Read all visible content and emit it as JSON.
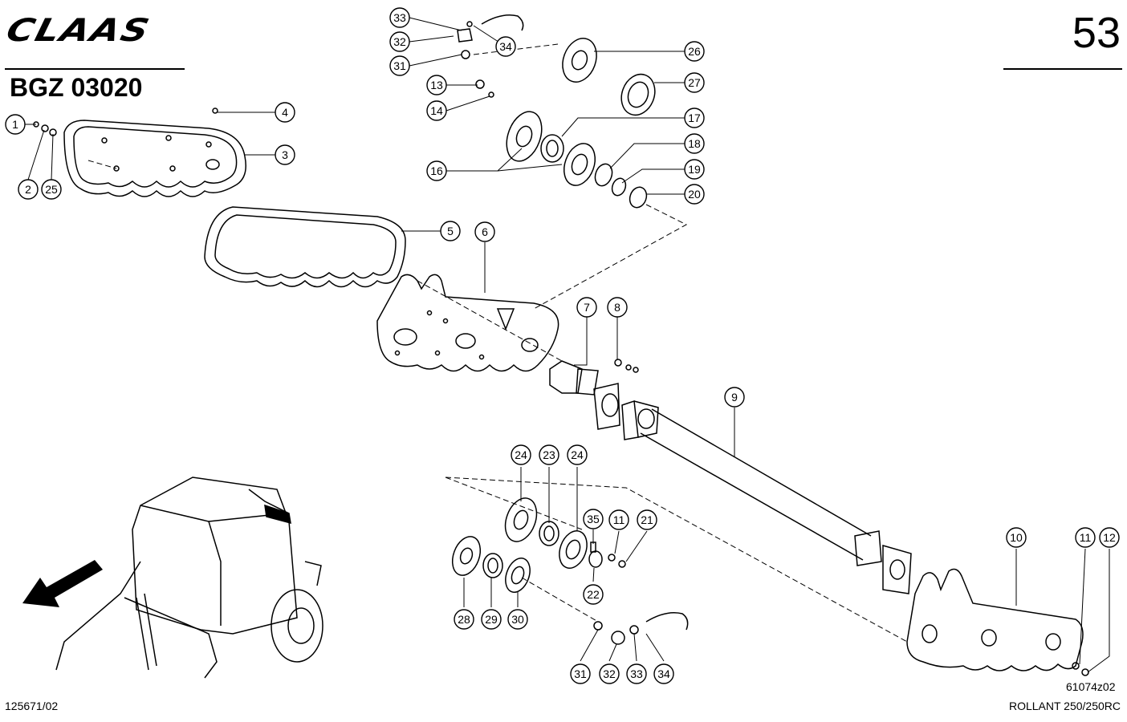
{
  "header": {
    "brand": "CLAAS",
    "page_number": "53",
    "doc_code": "BGZ 03020"
  },
  "footer": {
    "left_ref": "125671/02",
    "right_ref": "ROLLANT 250/250RC",
    "figure_id": "61074z02"
  },
  "callouts": [
    {
      "id": "c33a",
      "label": "33"
    },
    {
      "id": "c32a",
      "label": "32"
    },
    {
      "id": "c34a",
      "label": "34"
    },
    {
      "id": "c31a",
      "label": "31"
    },
    {
      "id": "c26",
      "label": "26"
    },
    {
      "id": "c27",
      "label": "27"
    },
    {
      "id": "c13",
      "label": "13"
    },
    {
      "id": "c14",
      "label": "14"
    },
    {
      "id": "c17",
      "label": "17"
    },
    {
      "id": "c18",
      "label": "18"
    },
    {
      "id": "c19",
      "label": "19"
    },
    {
      "id": "c20",
      "label": "20"
    },
    {
      "id": "c16",
      "label": "16"
    },
    {
      "id": "c4",
      "label": "4"
    },
    {
      "id": "c1",
      "label": "1"
    },
    {
      "id": "c3",
      "label": "3"
    },
    {
      "id": "c2",
      "label": "2"
    },
    {
      "id": "c25",
      "label": "25"
    },
    {
      "id": "c5",
      "label": "5"
    },
    {
      "id": "c6",
      "label": "6"
    },
    {
      "id": "c7",
      "label": "7"
    },
    {
      "id": "c8",
      "label": "8"
    },
    {
      "id": "c9",
      "label": "9"
    },
    {
      "id": "c24a",
      "label": "24"
    },
    {
      "id": "c23",
      "label": "23"
    },
    {
      "id": "c24b",
      "label": "24"
    },
    {
      "id": "c35",
      "label": "35"
    },
    {
      "id": "c11a",
      "label": "11"
    },
    {
      "id": "c21",
      "label": "21"
    },
    {
      "id": "c22",
      "label": "22"
    },
    {
      "id": "c28",
      "label": "28"
    },
    {
      "id": "c29",
      "label": "29"
    },
    {
      "id": "c30",
      "label": "30"
    },
    {
      "id": "c31b",
      "label": "31"
    },
    {
      "id": "c32b",
      "label": "32"
    },
    {
      "id": "c33b",
      "label": "33"
    },
    {
      "id": "c34b",
      "label": "34"
    },
    {
      "id": "c10",
      "label": "10"
    },
    {
      "id": "c11b",
      "label": "11"
    },
    {
      "id": "c12",
      "label": "12"
    }
  ]
}
